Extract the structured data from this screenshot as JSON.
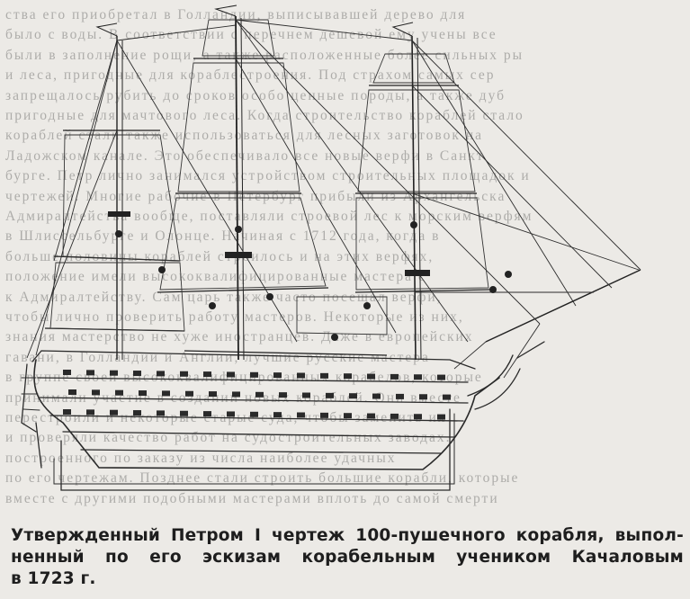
{
  "figure": {
    "caption_lines": [
      "Утвержденный Петром I чертеж 100-пушечного корабля, выпол-",
      "ненный по его эскизам корабельным учеником Качаловым",
      "в 1723 г."
    ]
  },
  "background_text": {
    "lines": [
      "ства его приобретал в Голландии, выписывавшей дерево для",
      "было с воды. В соответствии с перечнем дешевой ему учены все",
      "были в заполнение рощи, а также расположенные более сильных ры",
      "и леса, пригодные для кораблестроения. Под страхом самых сер",
      "запрещалось рубить до сроков особо ценные породы, а также дуб",
      "пригодные для мачтового леса. Когда строительство кораблей стало",
      "кораблей стали также использоваться для лесных заготовок на",
      "Ладожском канале. Это обеспечивало все новые верфи в Санкт",
      "бурге. Петр лично занимался устройством строительных площадок и",
      "чертежей. Многие рабочие в Петербург прибыли из Архангельска",
      "Адмиралтейства вообще, поставляли строевой лес к морским верфям",
      "в Шлиссельбурге и Олонце. Начиная с 1712 года, когда в ",
      "больше половины кораблей строилось и на этих верфях,",
      "положение имели высококвалифицированные мастера с",
      "к Адмиралтейству. Сам царь также часто посещал верфи,",
      "чтобы лично проверить работу мастеров. Некоторые из них,",
      "знания мастерство не хуже иностранцев. Даже в европейских",
      "гавани, в Голландии и Англии, лучшие русские мастера",
      "в группе своей высококвалифицированных корабелов, которые",
      "принимали участие в создании новых кораблей. Они вместе",
      "перестроили и некоторые старые суда, чтобы заменить их",
      "и проверяли качество работ на судостроительных заводах.",
      "построенного по заказу из числа наиболее удачных",
      "по его чертежам. Позднее стали строить большие корабли, которые",
      "вместе с другими подобными мастерами вплоть до самой смерти"
    ]
  },
  "ship_drawing": {
    "subject": "100-gun ship of the line, side elevation",
    "gun_rows": 3,
    "masts": [
      "mizzen",
      "main",
      "fore"
    ]
  }
}
